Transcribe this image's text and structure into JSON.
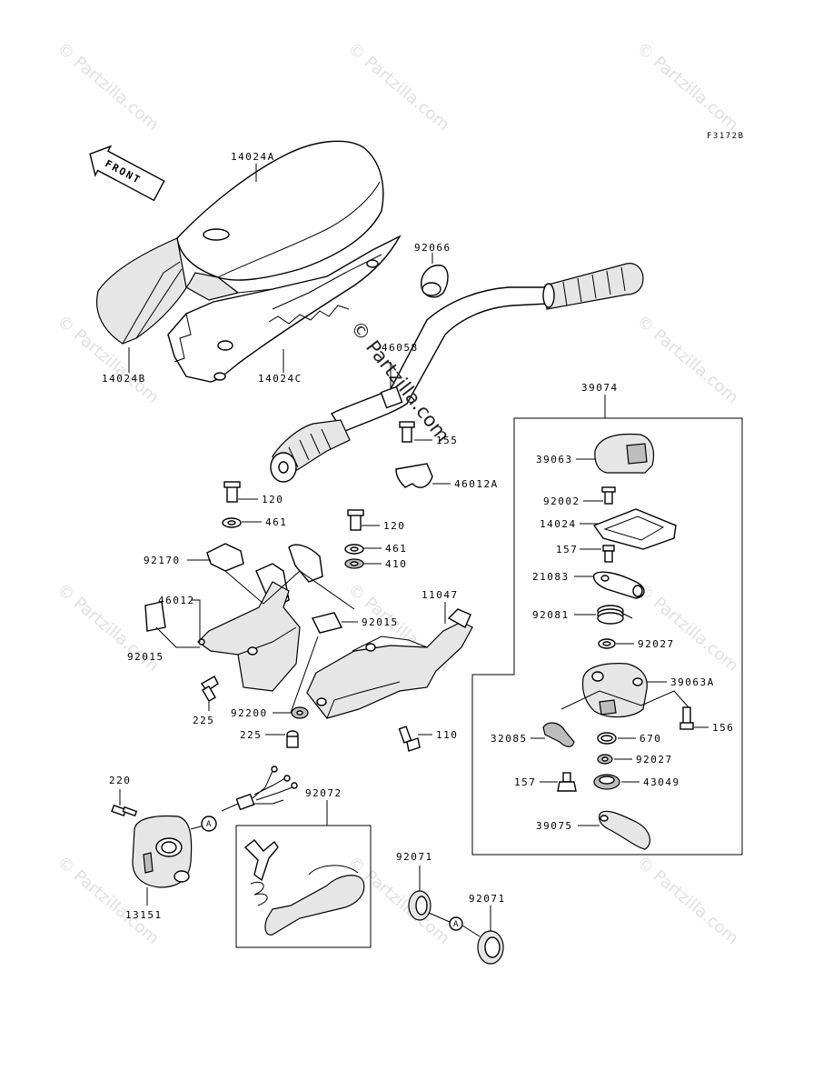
{
  "figure_code": "F3172B",
  "front_label": "FRONT",
  "watermark": "© Partzilla.com",
  "callout_letter": "A",
  "labels": {
    "p14024A": "14024A",
    "p14024B": "14024B",
    "p14024C": "14024C",
    "p92066": "92066",
    "p46058": "46058",
    "p155": "155",
    "p46012A": "46012A",
    "p120a": "120",
    "p461a": "461",
    "p120b": "120",
    "p461b": "461",
    "p410": "410",
    "p92170": "92170",
    "p46012": "46012",
    "p92015a": "92015",
    "p92015b": "92015",
    "p225a": "225",
    "p92200": "92200",
    "p225b": "225",
    "p11047": "11047",
    "p110": "110",
    "p39074": "39074",
    "p39063": "39063",
    "p92002": "92002",
    "p14024": "14024",
    "p157a": "157",
    "p21083": "21083",
    "p92081": "92081",
    "p92027a": "92027",
    "p39063A": "39063A",
    "p156": "156",
    "p32085": "32085",
    "p670": "670",
    "p92027b": "92027",
    "p157b": "157",
    "p43049": "43049",
    "p39075": "39075",
    "p220": "220",
    "p13151": "13151",
    "p92072": "92072",
    "p92071a": "92071",
    "p92071b": "92071"
  }
}
